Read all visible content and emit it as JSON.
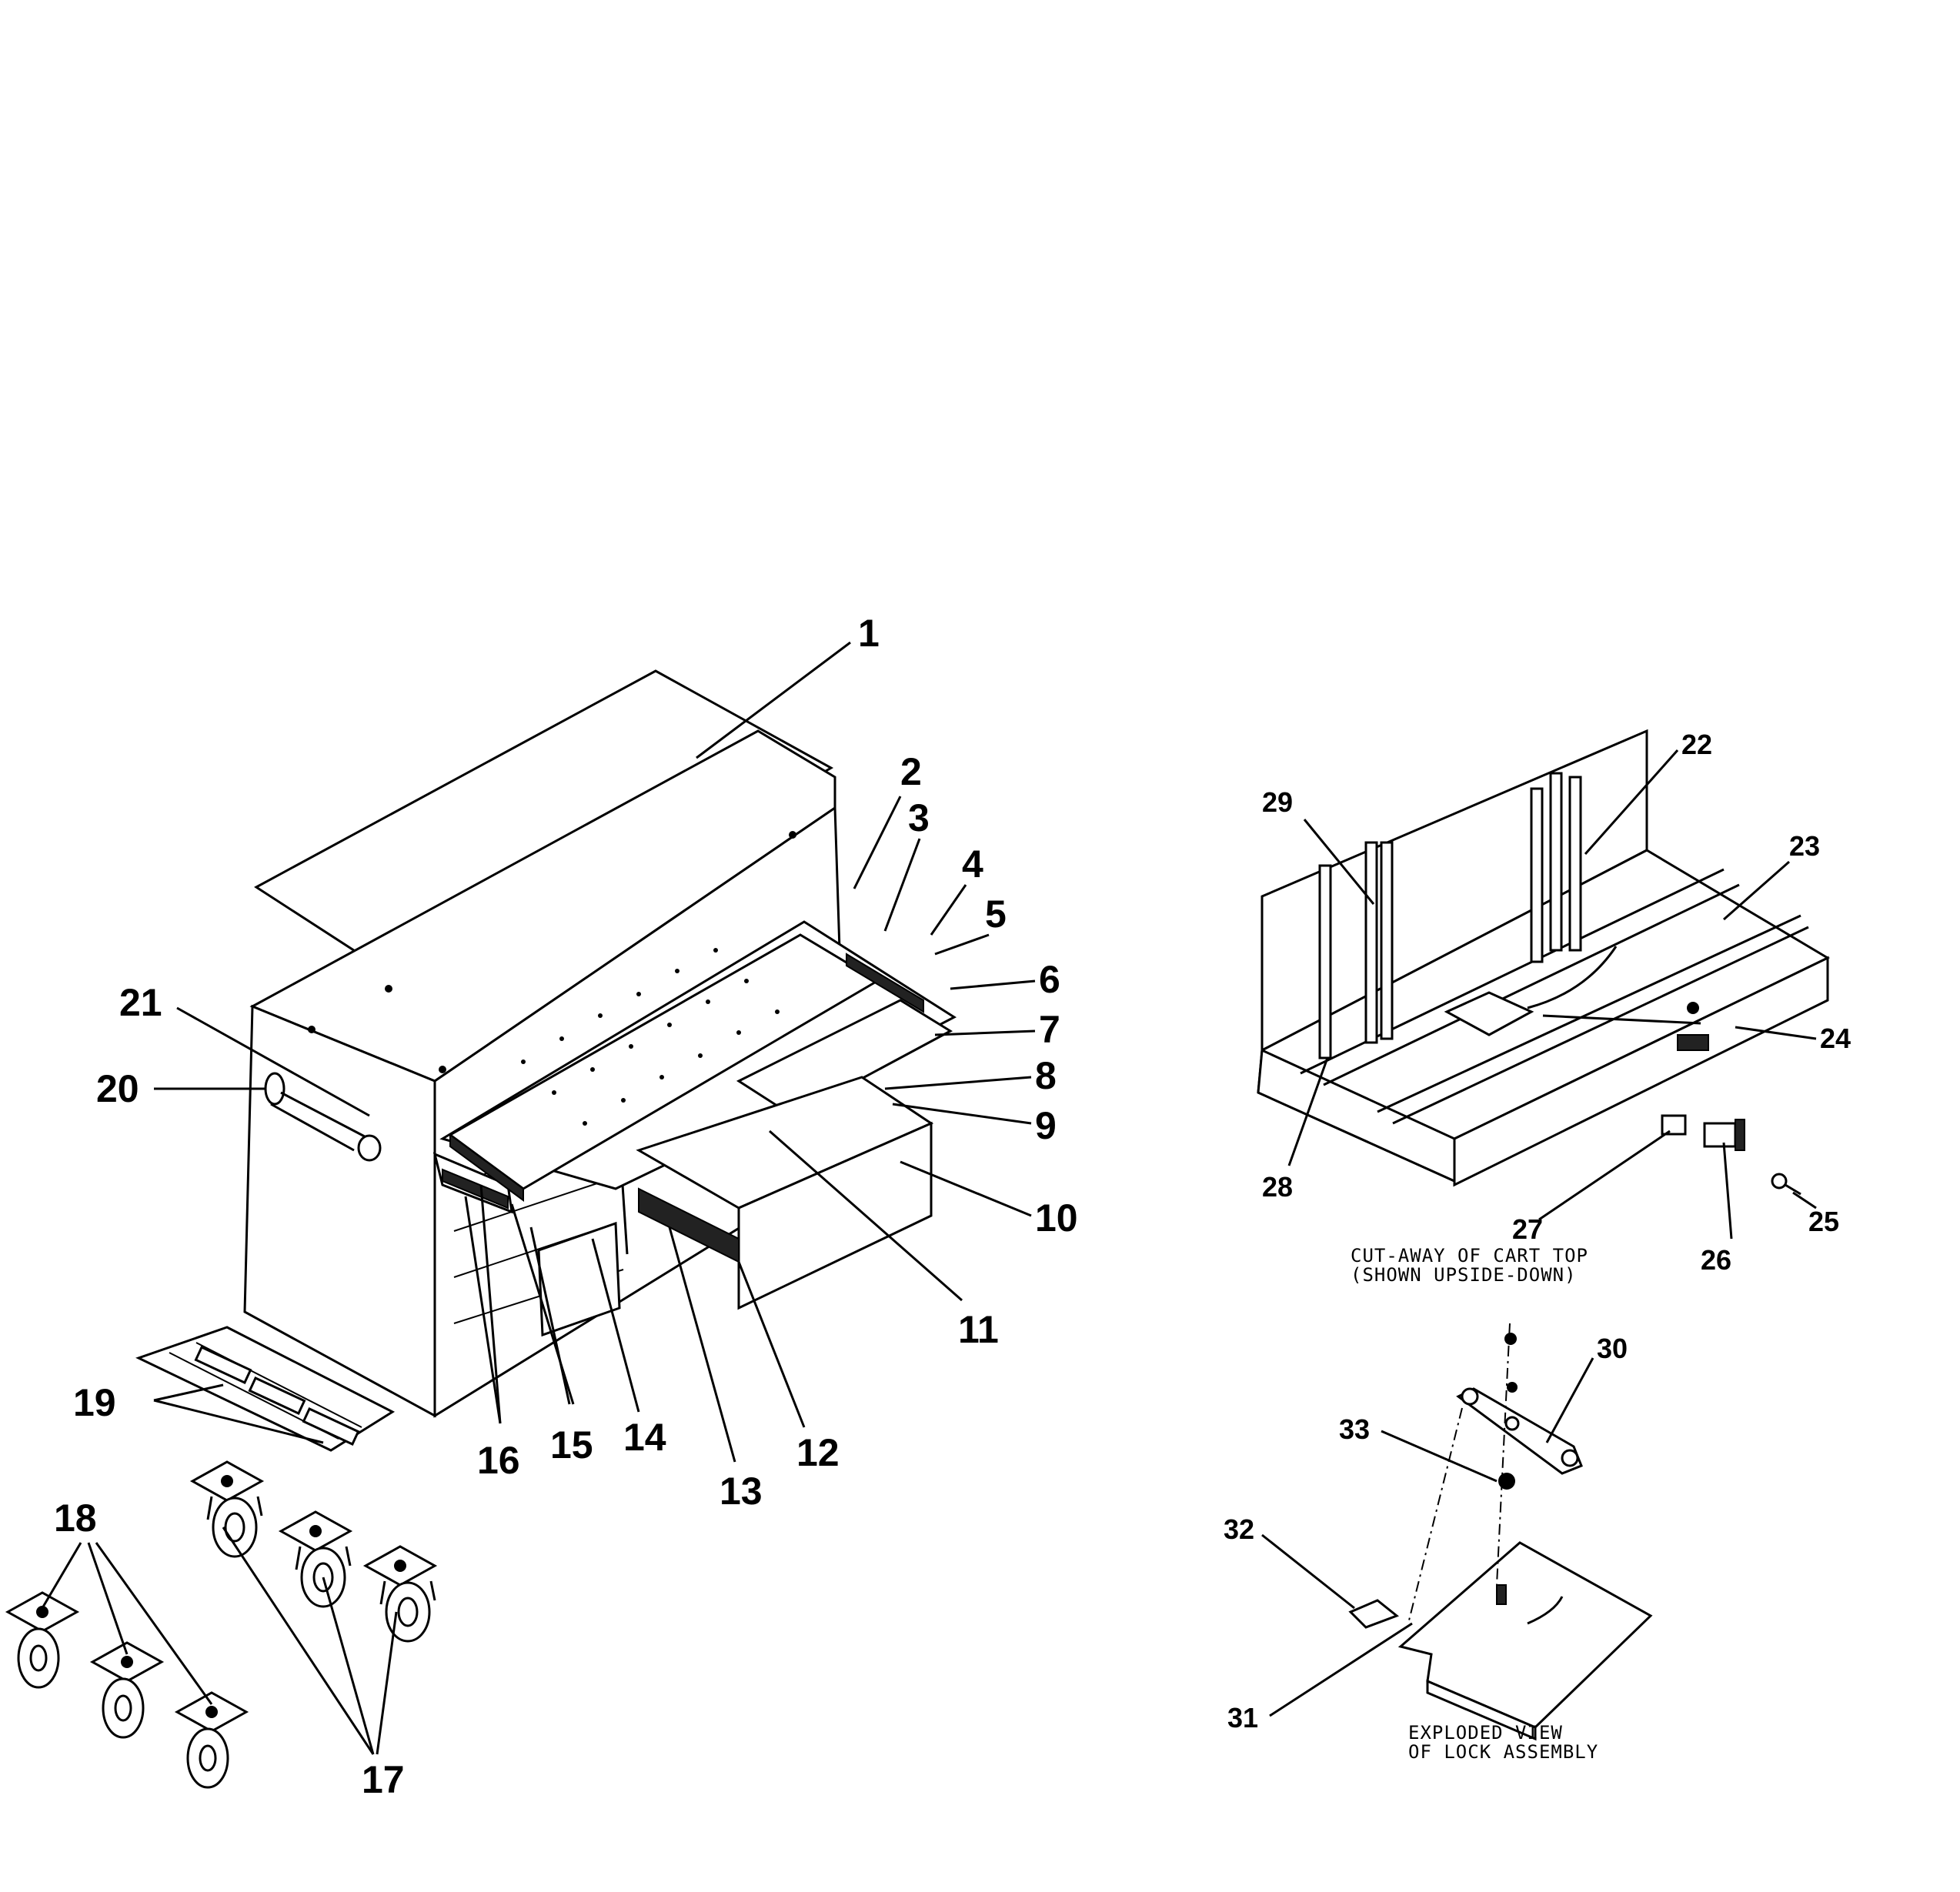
{
  "main_labels": [
    {
      "id": "l1",
      "text": "1"
    },
    {
      "id": "l2",
      "text": "2"
    },
    {
      "id": "l3",
      "text": "3"
    },
    {
      "id": "l4",
      "text": "4"
    },
    {
      "id": "l5",
      "text": "5"
    },
    {
      "id": "l6",
      "text": "6"
    },
    {
      "id": "l7",
      "text": "7"
    },
    {
      "id": "l8",
      "text": "8"
    },
    {
      "id": "l9",
      "text": "9"
    },
    {
      "id": "l10",
      "text": "10"
    },
    {
      "id": "l11",
      "text": "11"
    },
    {
      "id": "l12",
      "text": "12"
    },
    {
      "id": "l13",
      "text": "13"
    },
    {
      "id": "l14",
      "text": "14"
    },
    {
      "id": "l15",
      "text": "15"
    },
    {
      "id": "l16",
      "text": "16"
    },
    {
      "id": "l17",
      "text": "17"
    },
    {
      "id": "l18",
      "text": "18"
    },
    {
      "id": "l19",
      "text": "19"
    },
    {
      "id": "l20",
      "text": "20"
    },
    {
      "id": "l21",
      "text": "21"
    }
  ],
  "detail_labels": [
    {
      "id": "l22",
      "text": "22"
    },
    {
      "id": "l23",
      "text": "23"
    },
    {
      "id": "l24",
      "text": "24"
    },
    {
      "id": "l25",
      "text": "25"
    },
    {
      "id": "l26",
      "text": "26"
    },
    {
      "id": "l27",
      "text": "27"
    },
    {
      "id": "l28",
      "text": "28"
    },
    {
      "id": "l29",
      "text": "29"
    },
    {
      "id": "l30",
      "text": "30"
    },
    {
      "id": "l31",
      "text": "31"
    },
    {
      "id": "l32",
      "text": "32"
    },
    {
      "id": "l33",
      "text": "33"
    }
  ],
  "captions": {
    "cutaway_line1": "CUT-AWAY OF CART TOP",
    "cutaway_line2": "(SHOWN UPSIDE-DOWN)",
    "lock_line1": "EXPLODED VIEW",
    "lock_line2": "OF LOCK ASSEMBLY"
  }
}
